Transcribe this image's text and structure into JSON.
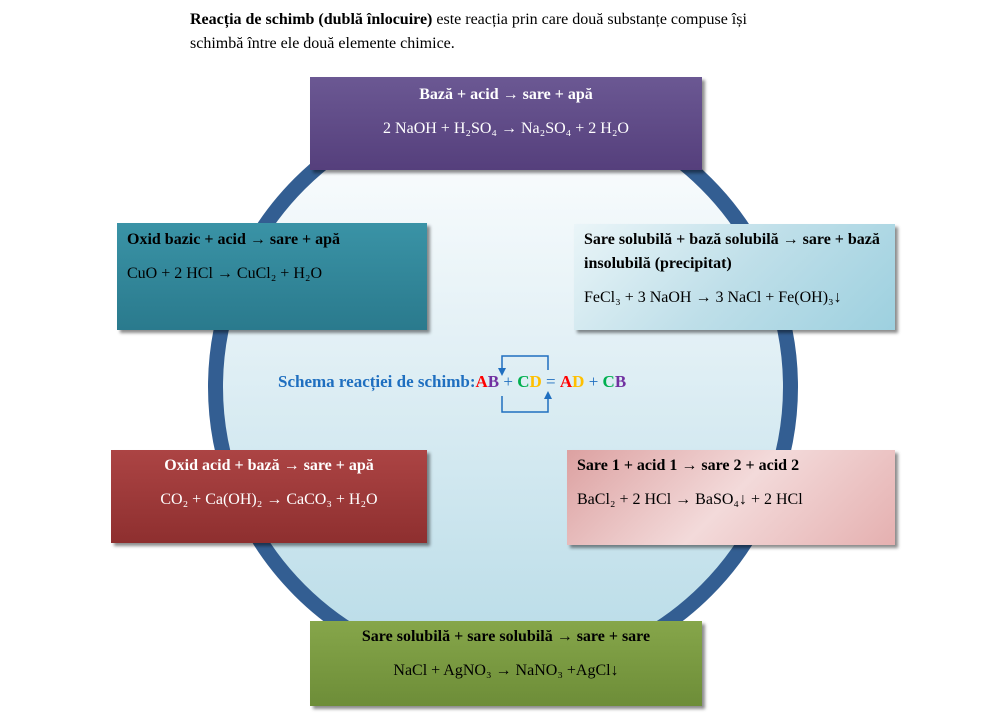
{
  "intro": {
    "bold": "Reacția de schimb (dublă înlocuire)",
    "text": "  este reacția prin care două substanțe compuse  își schimbă între ele două elemente chimice."
  },
  "boxes": {
    "top": {
      "title": "Bază + acid → sare + apă",
      "eq": "2 NaOH + H₂SO₄ → Na₂SO₄ + 2 H₂O"
    },
    "left_top": {
      "title": "Oxid bazic + acid → sare + apă",
      "eq": "CuO + 2 HCl  →  CuCl₂ + H₂O"
    },
    "right_top": {
      "title": "Sare solubilă + bază solubilă → sare + bază insolubilă (precipitat)",
      "eq": "FeCl₃ + 3 NaOH → 3 NaCl + Fe(OH)₃↓"
    },
    "left_bottom": {
      "title": "Oxid acid + bază → sare + apă",
      "eq": "CO₂ + Ca(OH)₂ → CaCO₃ + H₂O"
    },
    "right_bottom": {
      "title": "Sare 1 + acid 1 → sare 2 + acid 2",
      "eq": "BaCl₂ + 2 HCl → BaSO₄↓ + 2 HCl"
    },
    "bottom": {
      "title": "Sare solubilă + sare solubilă → sare + sare",
      "eq": "NaCl + AgNO₃ → NaNO₃ +AgCl↓"
    }
  },
  "schema": {
    "label": "Schema reacției de schimb:",
    "A": "A",
    "B": "B",
    "C": "C",
    "D": "D",
    "plus": " + ",
    "eq": " = "
  },
  "colors": {
    "ring": "#335e92",
    "A": "#ff0000",
    "B": "#7030a0",
    "C": "#00b050",
    "D": "#ffc000",
    "label": "#1f6fc0"
  }
}
